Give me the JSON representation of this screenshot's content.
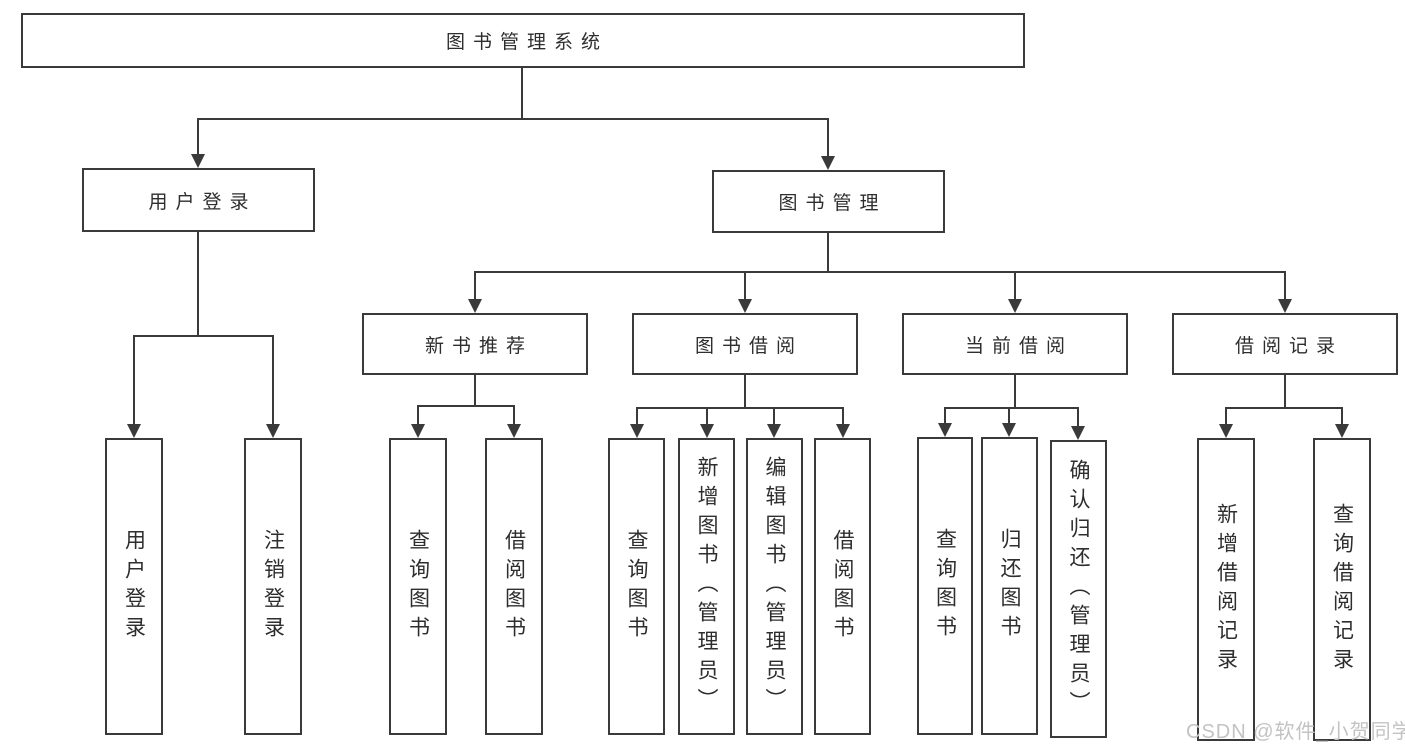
{
  "diagram": {
    "type": "function-structure-tree",
    "colors": {
      "line": "#3a3a3a",
      "box_border": "#3a3a3a",
      "text": "#2e2e2e",
      "background": "#ffffff",
      "watermark_text_color": "#c3c3c3"
    },
    "tree": {
      "label": "图书管理系统",
      "children": [
        {
          "label": "用户登录",
          "children": [
            {
              "label": "用户登录"
            },
            {
              "label": "注销登录"
            }
          ]
        },
        {
          "label": "图书管理",
          "children": [
            {
              "label": "新书推荐",
              "children": [
                {
                  "label": "查询图书"
                },
                {
                  "label": "借阅图书"
                }
              ]
            },
            {
              "label": "图书借阅",
              "children": [
                {
                  "label": "查询图书"
                },
                {
                  "label": "新增图书（管理员）"
                },
                {
                  "label": "编辑图书（管理员）"
                },
                {
                  "label": "借阅图书"
                }
              ]
            },
            {
              "label": "当前借阅",
              "children": [
                {
                  "label": "查询图书"
                },
                {
                  "label": "归还图书"
                },
                {
                  "label": "确认归还（管理员）"
                }
              ]
            },
            {
              "label": "借阅记录",
              "children": [
                {
                  "label": "新增借阅记录"
                },
                {
                  "label": "查询借阅记录"
                }
              ]
            }
          ]
        }
      ]
    },
    "watermark": {
      "text": "CSDN @软件_小贺同学"
    }
  }
}
